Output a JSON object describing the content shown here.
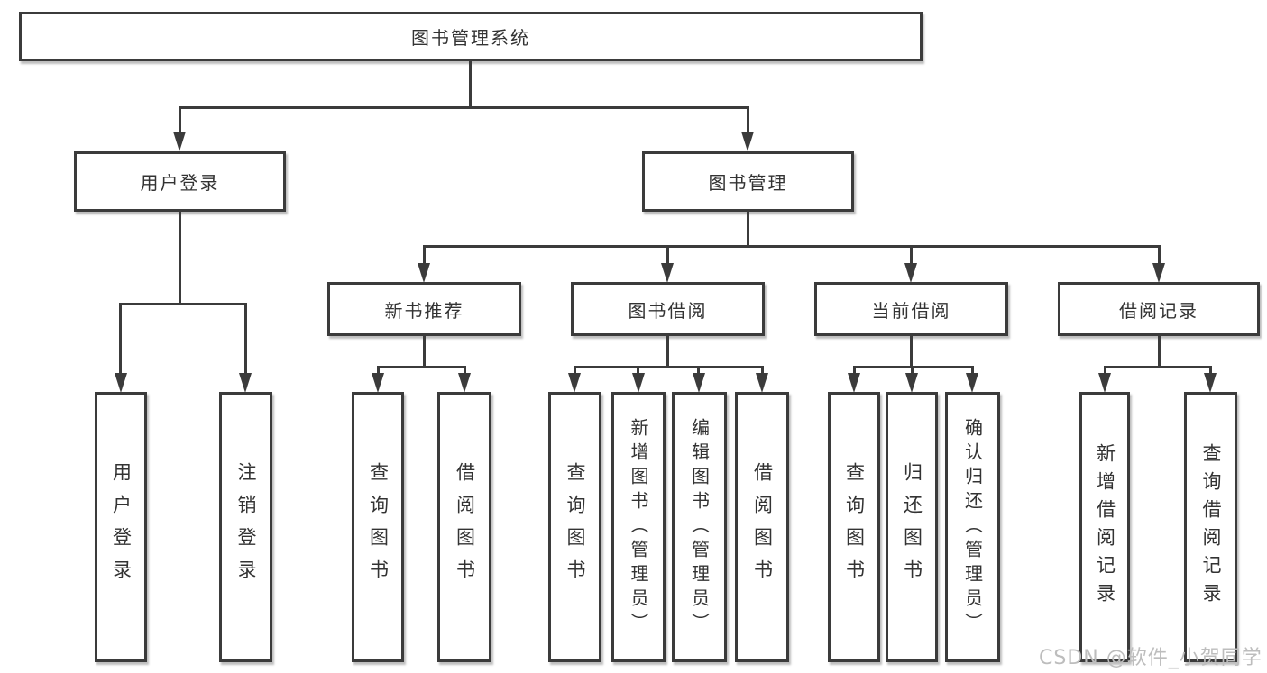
{
  "diagram": {
    "root": "图书管理系统",
    "level2": [
      "用户登录",
      "图书管理"
    ],
    "level3": [
      "新书推荐",
      "图书借阅",
      "当前借阅",
      "借阅记录"
    ],
    "leaves": {
      "login": [
        "用户登录",
        "注销登录"
      ],
      "recommend": [
        "查询图书",
        "借阅图书"
      ],
      "borrow": [
        "查询图书",
        "新增图书（管理员）",
        "编辑图书（管理员）",
        "借阅图书"
      ],
      "current": [
        "查询图书",
        "归还图书",
        "确认归还（管理员）"
      ],
      "records": [
        "新增借阅记录",
        "查询借阅记录"
      ]
    }
  },
  "watermark": "CSDN @软件_小贺同学",
  "colors": {
    "line": "#3b3b3b",
    "text": "#333333",
    "watermark": "#bdbdbd",
    "background": "#ffffff"
  }
}
